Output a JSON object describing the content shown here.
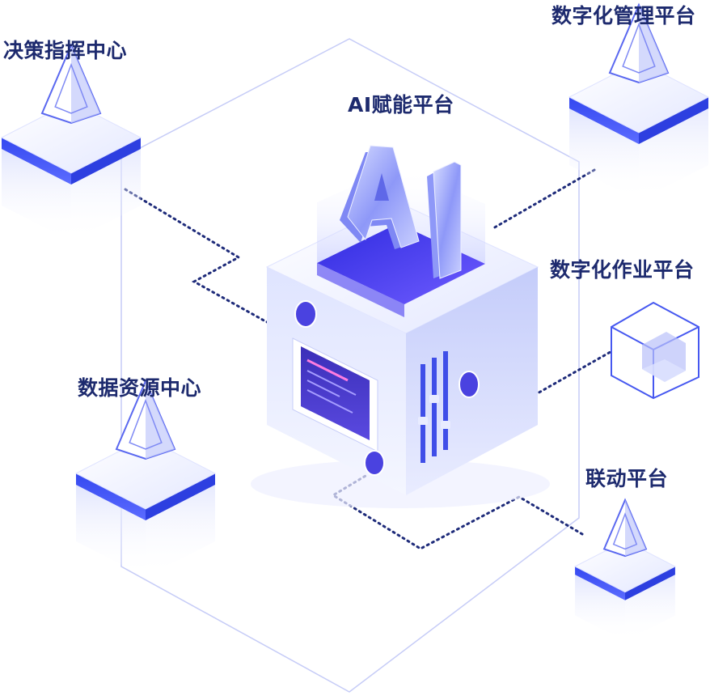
{
  "center": {
    "label": "AI赋能平台",
    "logo_text": "AI"
  },
  "nodes": [
    {
      "id": "decision",
      "label": "决策指挥中心",
      "shape": "cube-with-pyramid-icon"
    },
    {
      "id": "digital-mgmt",
      "label": "数字化管理平台",
      "shape": "cube-with-pyramid-icon"
    },
    {
      "id": "digital-ops",
      "label": "数字化作业平台",
      "shape": "wireframe-cube-icon"
    },
    {
      "id": "data-resource",
      "label": "数据资源中心",
      "shape": "cube-with-pyramid-icon"
    },
    {
      "id": "linkage",
      "label": "联动平台",
      "shape": "cube-with-pyramid-icon"
    }
  ],
  "colors": {
    "label": "#1d2a6e",
    "accent": "#3b50ff",
    "cube_light": "#eef1ff",
    "cube_mid": "#c9d1fb",
    "cube_dark": "#a8b3f5",
    "dotted_line": "#1e2b7a",
    "hex_outline": "#c6ccf7"
  }
}
